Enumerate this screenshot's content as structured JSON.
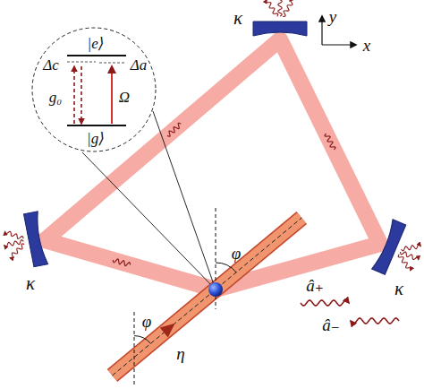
{
  "diagram": {
    "nodes": [
      {
        "text": [
          "|e⟩",
          "Δc",
          "Δa",
          "g₀",
          "Ω",
          "|g⟩"
        ]
      }
    ],
    "labels": [
      "κ",
      "κ",
      "κ",
      "y",
      "x",
      "φ",
      "φ",
      "η",
      "â₊",
      "â₋"
    ]
  }
}
